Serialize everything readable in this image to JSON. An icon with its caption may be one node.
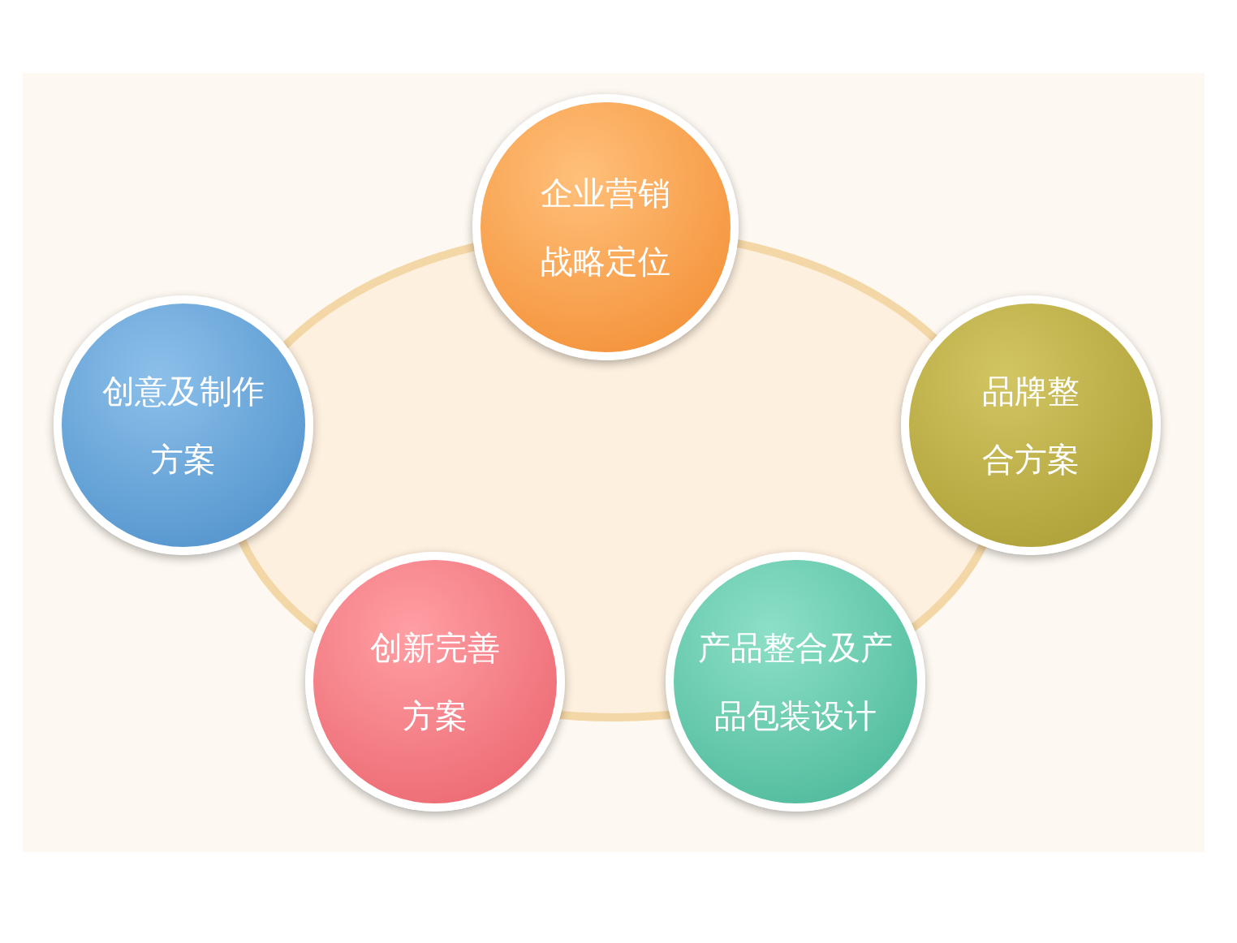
{
  "diagram": {
    "nodes": [
      {
        "text": [
          "企业营销战略定位"
        ]
      },
      {
        "text": [
          "创意及制作方案"
        ]
      },
      {
        "text": [
          "品牌整合方案"
        ]
      },
      {
        "text": [
          "创新完善方案"
        ]
      },
      {
        "text": [
          "产品整合及产品包装设计"
        ]
      }
    ]
  }
}
